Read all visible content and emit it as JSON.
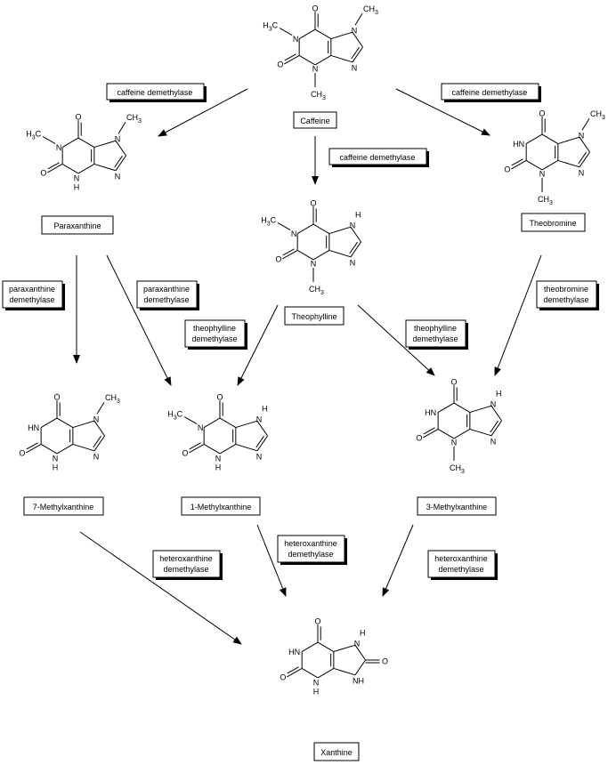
{
  "colors": {
    "background": "#ffffff",
    "ink": "#000000",
    "shadow": "#000000"
  },
  "compounds": {
    "caffeine": {
      "label": "Caffeine"
    },
    "paraxanthine": {
      "label": "Paraxanthine"
    },
    "theobromine": {
      "label": "Theobromine"
    },
    "theophylline": {
      "label": "Theophylline"
    },
    "methylxanthine7": {
      "label": "7-Methylxanthine"
    },
    "methylxanthine1": {
      "label": "1-Methylxanthine"
    },
    "methylxanthine3": {
      "label": "3-Methylxanthine"
    },
    "xanthine": {
      "label": "Xanthine"
    }
  },
  "enzymes": {
    "caffeine_left": [
      "caffeine demethylase"
    ],
    "caffeine_right": [
      "caffeine demethylase"
    ],
    "caffeine_center": [
      "caffeine demethylase"
    ],
    "paraxanthine_left": [
      "paraxanthine",
      "demethylase"
    ],
    "paraxanthine_right": [
      "paraxanthine",
      "demethylase"
    ],
    "theophylline_left": [
      "theophylline",
      "demethylase"
    ],
    "theophylline_right": [
      "theophylline",
      "demethylase"
    ],
    "theobromine": [
      "theobromine",
      "demethylase"
    ],
    "heteroxanthine_left": [
      "heteroxanthine",
      "demethylase"
    ],
    "heteroxanthine_center": [
      "heteroxanthine",
      "demethylase"
    ],
    "heteroxanthine_right": [
      "heteroxanthine",
      "demethylase"
    ]
  },
  "atoms": {
    "O": "O",
    "N": "N",
    "NH": "NH",
    "HN": "HN",
    "H": "H",
    "H3C": "H3C",
    "CH3": "CH3",
    "CH3_sub": "3"
  }
}
